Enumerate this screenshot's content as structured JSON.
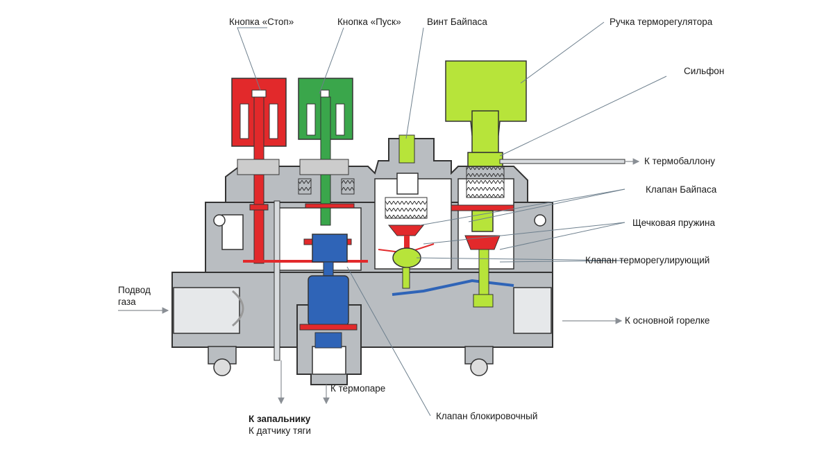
{
  "labels": {
    "stop_button": "Кнопка «Стоп»",
    "start_button": "Кнопка «Пуск»",
    "bypass_screw": "Винт Байпаса",
    "thermostat_knob": "Ручка терморегулятора",
    "bellows": "Сильфон",
    "to_thermo_bulb": "К термобаллону",
    "bypass_valve": "Клапан Байпаса",
    "cheek_spring": "Щечковая пружина",
    "thermo_valve": "Клапан терморегулирующий",
    "gas_inlet_line1": "Подвод",
    "gas_inlet_line2": "газа",
    "to_main_burner": "К основной горелке",
    "to_thermocouple": "К термопаре",
    "to_pilot": "К запальнику",
    "to_draft_sensor": "К датчику тяги",
    "lock_valve": "Клапан блокировочный"
  },
  "colors": {
    "stop_red": "#e2292b",
    "start_green": "#3aa64b",
    "knob_lime": "#b7e43a",
    "lock_blue": "#2f64b7",
    "body_gray": "#b9bdc1",
    "outline": "#333333",
    "leader": "#6d7f8d"
  }
}
